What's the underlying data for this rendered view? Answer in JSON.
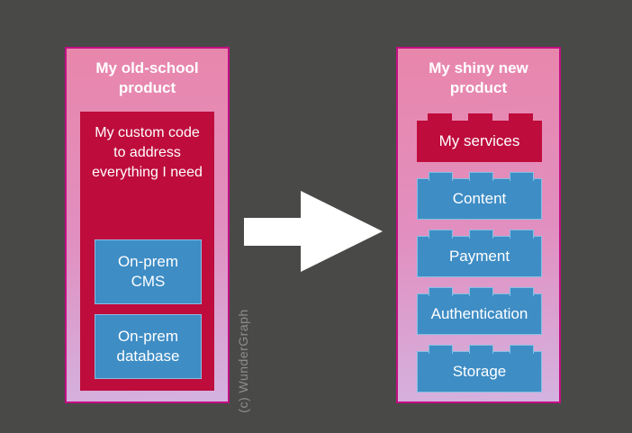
{
  "colors": {
    "background": "#494948",
    "panel_border_magenta": "#c30f84",
    "panel_gradient_top_pink": "#e986ab",
    "panel_gradient_bottom_lavender": "#d4b3e0",
    "crimson_box": "#be0c3c",
    "blue_box": "#3e8dc5",
    "blue_box_border": "#85bfe3",
    "text_white": "#ffffff",
    "arrow_white": "#ffffff",
    "watermark_gray": "#8d8d8d"
  },
  "left_panel": {
    "title": "My old-school\nproduct",
    "code_box": {
      "label": "My custom code\nto address\neverything I need",
      "components": [
        {
          "label": "On-prem\nCMS"
        },
        {
          "label": "On-prem\ndatabase"
        }
      ]
    }
  },
  "right_panel": {
    "title": "My shiny new\nproduct",
    "bricks": [
      {
        "label": "My services",
        "variant": "red"
      },
      {
        "label": "Content",
        "variant": "blue"
      },
      {
        "label": "Payment",
        "variant": "blue"
      },
      {
        "label": "Authentication",
        "variant": "blue"
      },
      {
        "label": "Storage",
        "variant": "blue"
      }
    ]
  },
  "arrow": {
    "icon": "right-block-arrow",
    "direction": "right"
  },
  "watermark": {
    "text": "(c) WunderGraph"
  }
}
